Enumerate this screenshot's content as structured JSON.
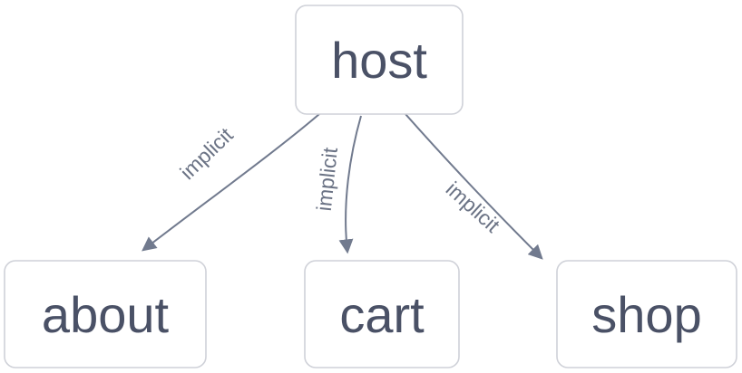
{
  "diagram": {
    "type": "flowchart",
    "direction": "top-down",
    "nodes": {
      "host": {
        "label": "host"
      },
      "about": {
        "label": "about"
      },
      "cart": {
        "label": "cart"
      },
      "shop": {
        "label": "shop"
      }
    },
    "edges": {
      "host_about": {
        "from": "host",
        "to": "about",
        "label": "implicit"
      },
      "host_cart": {
        "from": "host",
        "to": "cart",
        "label": "implicit"
      },
      "host_shop": {
        "from": "host",
        "to": "shop",
        "label": "implicit"
      }
    },
    "colors": {
      "node_border": "#cfd1d8",
      "node_text": "#4a5166",
      "edge": "#717a8e",
      "edge_label": "#6b7385",
      "node_fill": "#ffffff"
    }
  }
}
